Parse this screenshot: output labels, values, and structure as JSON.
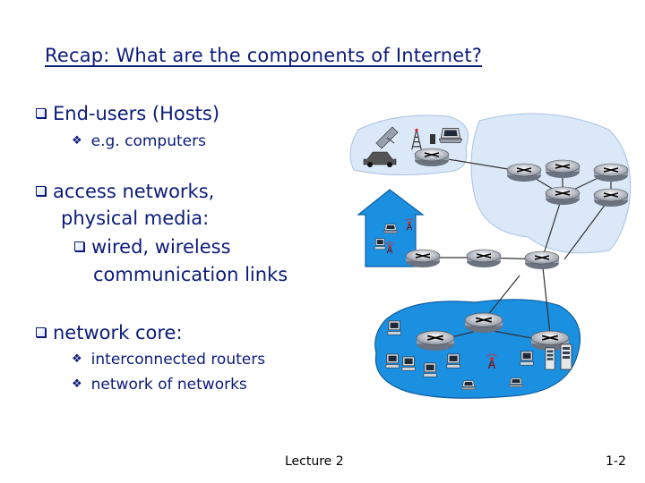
{
  "slide": {
    "title": "Recap: What are the components of Internet?",
    "bullets": {
      "end_users": "End-users (Hosts)",
      "computers": "e.g. computers",
      "access_line1": "access networks,",
      "access_line2": "physical media:",
      "wired_line1": "wired, wireless",
      "wired_line2": "communication links",
      "core": "network core:",
      "routers": "interconnected routers",
      "network_of_networks": "network of networks"
    },
    "footer": {
      "lecture": "Lecture 2",
      "page": "1-2"
    }
  },
  "colors": {
    "text_blue": "#0b1b7a",
    "cloud_light": "#dbe8f8",
    "network_blue": "#1b8fe0",
    "router": "#c9cdd6"
  },
  "icons": [
    "router-icon",
    "laptop-icon",
    "pc-icon",
    "server-icon",
    "cell-tower-icon",
    "satellite-icon",
    "car-icon",
    "house-icon"
  ]
}
